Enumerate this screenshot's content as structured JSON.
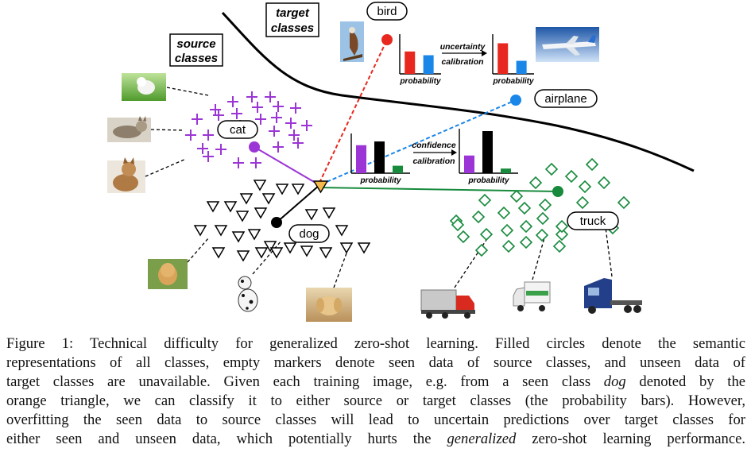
{
  "figure": {
    "region_labels": {
      "target_line1": "target",
      "target_line2": "classes",
      "source_line1": "source",
      "source_line2": "classes"
    },
    "class_labels": {
      "bird": "bird",
      "airplane": "airplane",
      "cat": "cat",
      "dog": "dog",
      "truck": "truck"
    },
    "calibration_labels": {
      "uncertainty_line1": "uncertainty",
      "uncertainty_line2": "calibration",
      "confidence_line1": "confidence",
      "confidence_line2": "calibration"
    },
    "probability_label": "probability",
    "probability_charts": [
      {
        "position": "top-left",
        "values": [
          0.6,
          0.5
        ],
        "colors": [
          "#e8281e",
          "#1a86e8"
        ]
      },
      {
        "position": "top-right",
        "values": [
          0.82,
          0.35
        ],
        "colors": [
          "#e8281e",
          "#1a86e8"
        ]
      },
      {
        "position": "middle-left",
        "values": [
          0.75,
          0.85,
          0.2
        ],
        "colors": [
          "#9b35d6",
          "#000000",
          "#178a3c"
        ]
      },
      {
        "position": "middle-right",
        "values": [
          0.42,
          1.0,
          0.11
        ],
        "colors": [
          "#9b35d6",
          "#000000",
          "#178a3c"
        ]
      }
    ],
    "colors": {
      "cat": "#9b35d6",
      "dog": "#000000",
      "truck": "#178a3c",
      "bird": "#e8281e",
      "airplane": "#1a86e8",
      "query": "#f5b94a"
    },
    "icons": [
      "bird-photo-icon",
      "airplane-photo-icon",
      "cat-photo-icon",
      "dog-photo-icon",
      "truck-photo-icon"
    ]
  },
  "caption": {
    "line1": "Figure 1: Technical difficulty for generalized zero-shot learning. Filled circles denote the semantic",
    "line2": "representations of all classes, empty markers denote seen data of source classes, and unseen data of",
    "line3": "target classes are unavailable. Given each training image, e.g. from a seen class",
    "line3_em": "dog",
    "line3_end": "denoted by the",
    "line4": "orange triangle, we can classify it to either source or target classes (the probability bars). However,",
    "line5": "overfitting the seen data to source classes will lead to uncertain predictions over target classes for",
    "line6": "either seen and unseen data, which potentially hurts the",
    "line6_em": "generalized",
    "line6_end": "zero-shot learning performance."
  }
}
